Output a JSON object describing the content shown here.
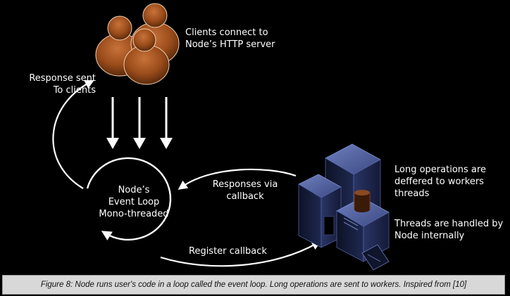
{
  "labels": {
    "clients": [
      "Clients connect to",
      "Node’s HTTP server"
    ],
    "response_sent": [
      "Response sent",
      "To clients"
    ],
    "event_loop": [
      "Node’s",
      "Event Loop",
      "Mono-threaded"
    ],
    "responses_via_callback": [
      "Responses via",
      "callback"
    ],
    "register_callback": "Register callback",
    "long_operations": [
      "Long operations are",
      "deffered to workers",
      "threads"
    ],
    "threads_handled": [
      "Threads are handled by",
      "Node internally"
    ]
  },
  "caption": "Figure 8: Node runs user's code in a loop called the event loop. Long operations are sent to workers. Inspired from [10]",
  "colors": {
    "background": "#000000",
    "person": "#a0521c",
    "server": "#1a2140",
    "server_top": "#4a5a96",
    "arrow": "#ffffff",
    "caption_bg": "#d8d8d8"
  },
  "icons": [
    "clients-group-icon",
    "worker-servers-icon",
    "database-cylinder-icon"
  ]
}
